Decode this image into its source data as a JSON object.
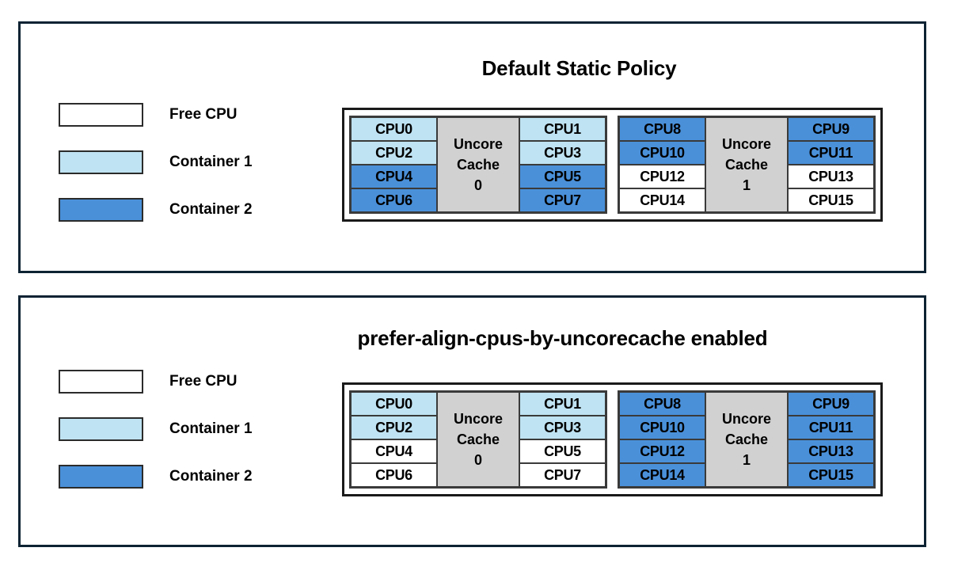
{
  "colors": {
    "panel_border": "#0d2333",
    "free_cpu": "#ffffff",
    "container1": "#bfe3f2",
    "container2": "#4a90d9",
    "uncore_cache": "#d1d1d1",
    "cell_border": "#3a3a3a",
    "text": "#000000"
  },
  "legend_labels": {
    "free": "Free CPU",
    "container1": "Container 1",
    "container2": "Container 2"
  },
  "panels": [
    {
      "id": "default",
      "title": "Default Static Policy",
      "legend": [
        {
          "label": "Free CPU",
          "state": "free"
        },
        {
          "label": "Container 1",
          "state": "container1"
        },
        {
          "label": "Container 2",
          "state": "container2"
        }
      ],
      "sockets": [
        {
          "uncore_line1": "Uncore",
          "uncore_line2": "Cache",
          "uncore_index": "0",
          "left_column": [
            {
              "label": "CPU0",
              "state": "container1"
            },
            {
              "label": "CPU2",
              "state": "container1"
            },
            {
              "label": "CPU4",
              "state": "container2"
            },
            {
              "label": "CPU6",
              "state": "container2"
            }
          ],
          "right_column": [
            {
              "label": "CPU1",
              "state": "container1"
            },
            {
              "label": "CPU3",
              "state": "container1"
            },
            {
              "label": "CPU5",
              "state": "container2"
            },
            {
              "label": "CPU7",
              "state": "container2"
            }
          ]
        },
        {
          "uncore_line1": "Uncore",
          "uncore_line2": "Cache",
          "uncore_index": "1",
          "left_column": [
            {
              "label": "CPU8",
              "state": "container2"
            },
            {
              "label": "CPU10",
              "state": "container2"
            },
            {
              "label": "CPU12",
              "state": "free"
            },
            {
              "label": "CPU14",
              "state": "free"
            }
          ],
          "right_column": [
            {
              "label": "CPU9",
              "state": "container2"
            },
            {
              "label": "CPU11",
              "state": "container2"
            },
            {
              "label": "CPU13",
              "state": "free"
            },
            {
              "label": "CPU15",
              "state": "free"
            }
          ]
        }
      ]
    },
    {
      "id": "prefer",
      "title": "prefer-align-cpus-by-uncorecache enabled",
      "legend": [
        {
          "label": "Free CPU",
          "state": "free"
        },
        {
          "label": "Container 1",
          "state": "container1"
        },
        {
          "label": "Container 2",
          "state": "container2"
        }
      ],
      "sockets": [
        {
          "uncore_line1": "Uncore",
          "uncore_line2": "Cache",
          "uncore_index": "0",
          "left_column": [
            {
              "label": "CPU0",
              "state": "container1"
            },
            {
              "label": "CPU2",
              "state": "container1"
            },
            {
              "label": "CPU4",
              "state": "free"
            },
            {
              "label": "CPU6",
              "state": "free"
            }
          ],
          "right_column": [
            {
              "label": "CPU1",
              "state": "container1"
            },
            {
              "label": "CPU3",
              "state": "container1"
            },
            {
              "label": "CPU5",
              "state": "free"
            },
            {
              "label": "CPU7",
              "state": "free"
            }
          ]
        },
        {
          "uncore_line1": "Uncore",
          "uncore_line2": "Cache",
          "uncore_index": "1",
          "left_column": [
            {
              "label": "CPU8",
              "state": "container2"
            },
            {
              "label": "CPU10",
              "state": "container2"
            },
            {
              "label": "CPU12",
              "state": "container2"
            },
            {
              "label": "CPU14",
              "state": "container2"
            }
          ],
          "right_column": [
            {
              "label": "CPU9",
              "state": "container2"
            },
            {
              "label": "CPU11",
              "state": "container2"
            },
            {
              "label": "CPU13",
              "state": "container2"
            },
            {
              "label": "CPU15",
              "state": "container2"
            }
          ]
        }
      ]
    }
  ]
}
